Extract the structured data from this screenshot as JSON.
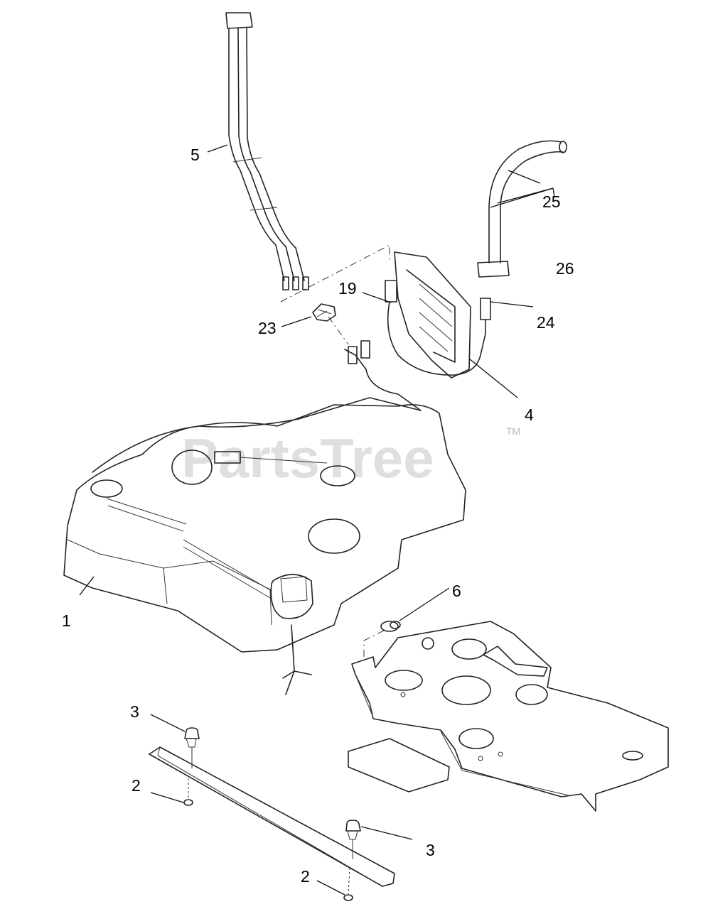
{
  "diagram": {
    "watermark": "PartsTree",
    "watermark_tm": "TM",
    "callouts": [
      "5",
      "25",
      "26",
      "19",
      "24",
      "23",
      "4",
      "1",
      "6",
      "3",
      "2",
      "3",
      "2"
    ]
  }
}
